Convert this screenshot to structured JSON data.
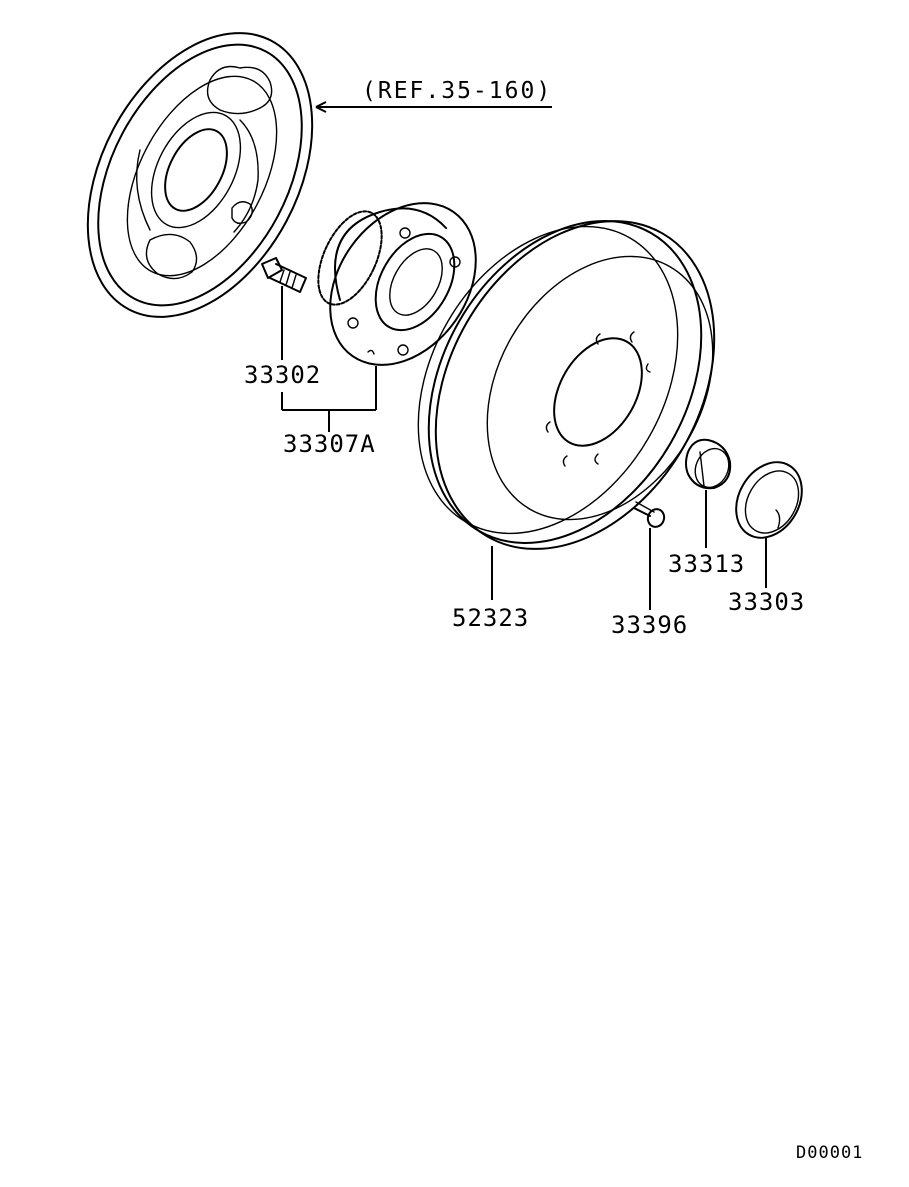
{
  "diagram": {
    "reference": "(REF.35-160)",
    "document_code": "D00001",
    "parts": [
      {
        "id": "backing-plate",
        "label": "(REF.35-160)"
      },
      {
        "id": "hub-bolt",
        "label": "33302"
      },
      {
        "id": "hub-assembly",
        "label": "33307A"
      },
      {
        "id": "brake-drum",
        "label": "52323"
      },
      {
        "id": "screw",
        "label": "33396"
      },
      {
        "id": "hub-nut",
        "label": "33313"
      },
      {
        "id": "hub-cap",
        "label": "33303"
      }
    ],
    "labels": {
      "hub_bolt": "33302",
      "hub_assembly": "33307A",
      "brake_drum": "52323",
      "screw": "33396",
      "hub_nut": "33313",
      "hub_cap": "33303"
    }
  }
}
